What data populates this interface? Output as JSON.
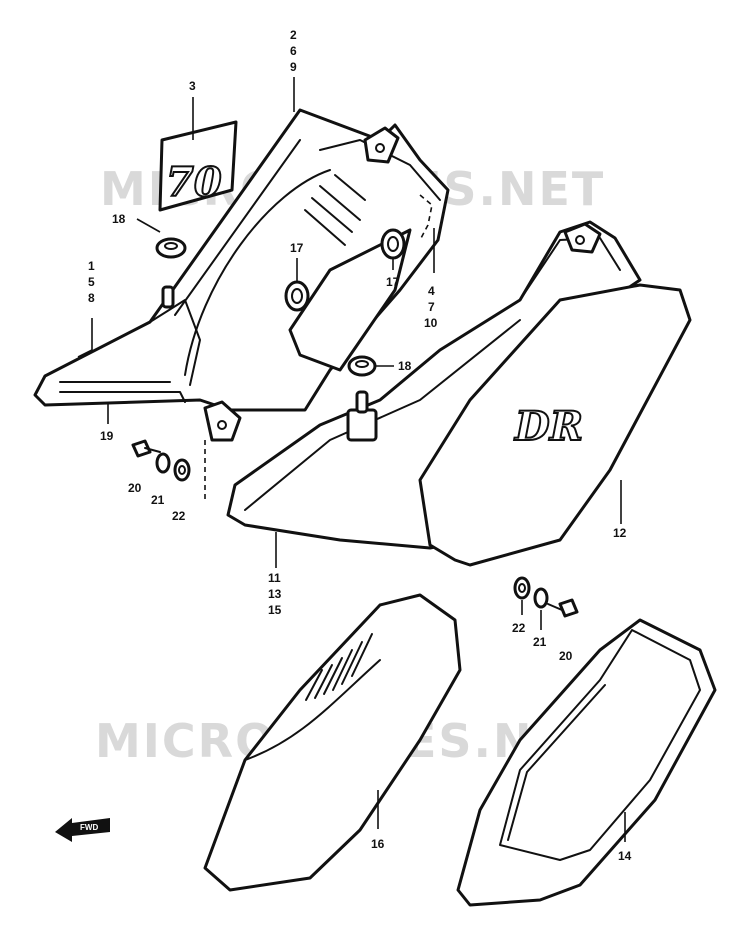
{
  "watermark": {
    "top": "MICROFICHES.NET",
    "bottom": "MICROFICHES.NET"
  },
  "decals": {
    "part3_text": "70",
    "part12_text": "DR"
  },
  "direction_arrow": "FWD",
  "callouts": {
    "p2": "2",
    "p6": "6",
    "p9": "9",
    "p3": "3",
    "p1": "1",
    "p5": "5",
    "p8": "8",
    "p18a": "18",
    "p18b": "18",
    "p17a": "17",
    "p17b": "17",
    "p4": "4",
    "p7": "7",
    "p10": "10",
    "p19": "19",
    "p20a": "20",
    "p21a": "21",
    "p22a": "22",
    "p11": "11",
    "p13": "13",
    "p15": "15",
    "p12": "12",
    "p22b": "22",
    "p21b": "21",
    "p20b": "20",
    "p16": "16",
    "p14": "14"
  }
}
